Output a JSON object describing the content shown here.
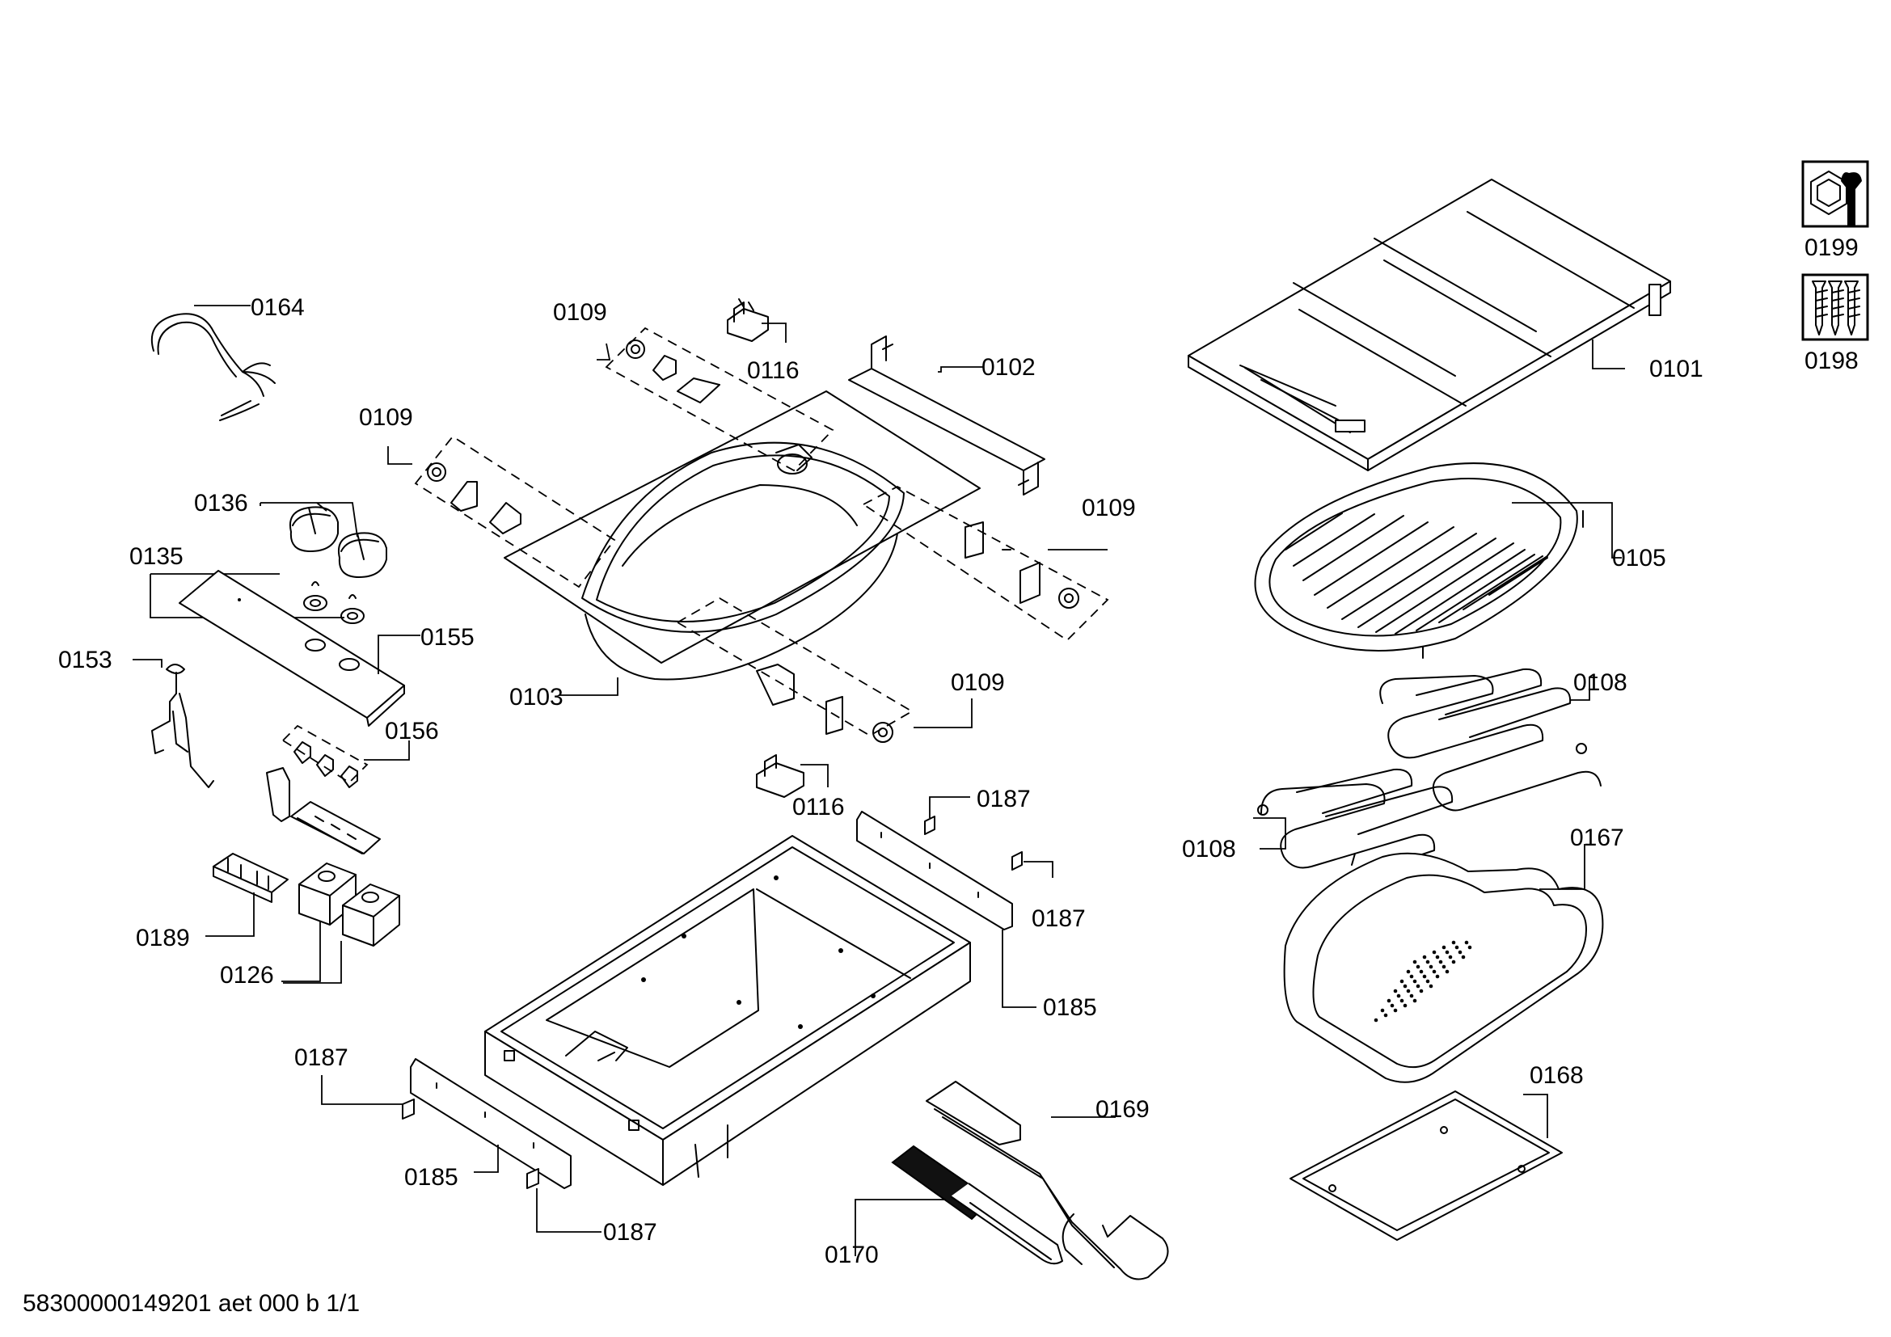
{
  "labels": {
    "p0101": "0101",
    "p0102": "0102",
    "p0103": "0103",
    "p0105": "0105",
    "p0108": "0108",
    "p0109": "0109",
    "p0116": "0116",
    "p0126": "0126",
    "p0135": "0135",
    "p0136": "0136",
    "p0153": "0153",
    "p0155": "0155",
    "p0156": "0156",
    "p0164": "0164",
    "p0167": "0167",
    "p0168": "0168",
    "p0169": "0169",
    "p0170": "0170",
    "p0185": "0185",
    "p0187": "0187",
    "p0189": "0189",
    "p0198": "0198",
    "p0199": "0199"
  },
  "footer": "58300000149201 aet 000 b 1/1",
  "icons": {
    "service": "wrench-nut-icon",
    "screws": "screws-icon"
  }
}
